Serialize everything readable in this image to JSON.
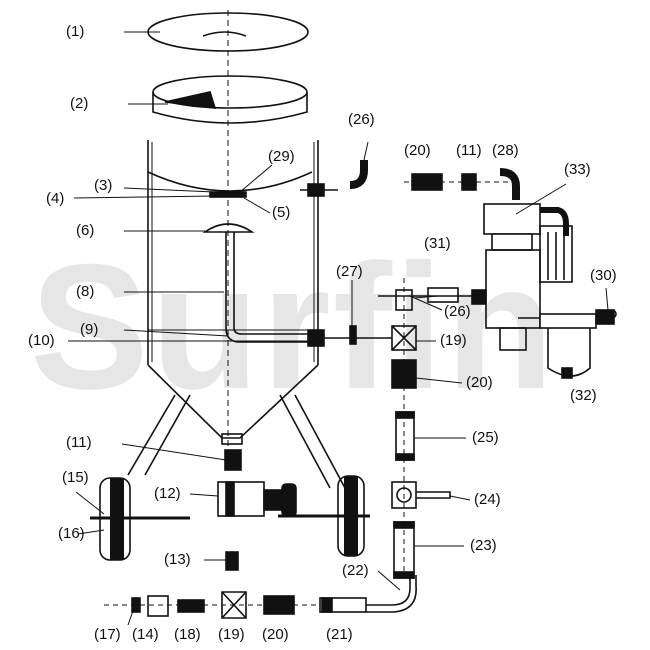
{
  "watermark": "Surfin",
  "labels": {
    "l1": "(1)",
    "l2": "(2)",
    "l3": "(3)",
    "l4": "(4)",
    "l5": "(5)",
    "l6": "(6)",
    "l8": "(8)",
    "l9": "(9)",
    "l10": "(10)",
    "l11a": "(11)",
    "l11b": "(11)",
    "l12": "(12)",
    "l13": "(13)",
    "l14": "(14)",
    "l15": "(15)",
    "l16": "(16)",
    "l17": "(17)",
    "l18": "(18)",
    "l19a": "(19)",
    "l19b": "(19)",
    "l20a": "(20)",
    "l20b": "(20)",
    "l20c": "(20)",
    "l21": "(21)",
    "l22": "(22)",
    "l23": "(23)",
    "l24": "(24)",
    "l25": "(25)",
    "l26a": "(26)",
    "l26b": "(26)",
    "l27": "(27)",
    "l28": "(28)",
    "l29": "(29)",
    "l30": "(30)",
    "l31": "(31)",
    "l32": "(32)",
    "l33": "(33)"
  },
  "colors": {
    "ink": "#111111",
    "watermark": "#e6e6e6",
    "paper": "#ffffff"
  }
}
